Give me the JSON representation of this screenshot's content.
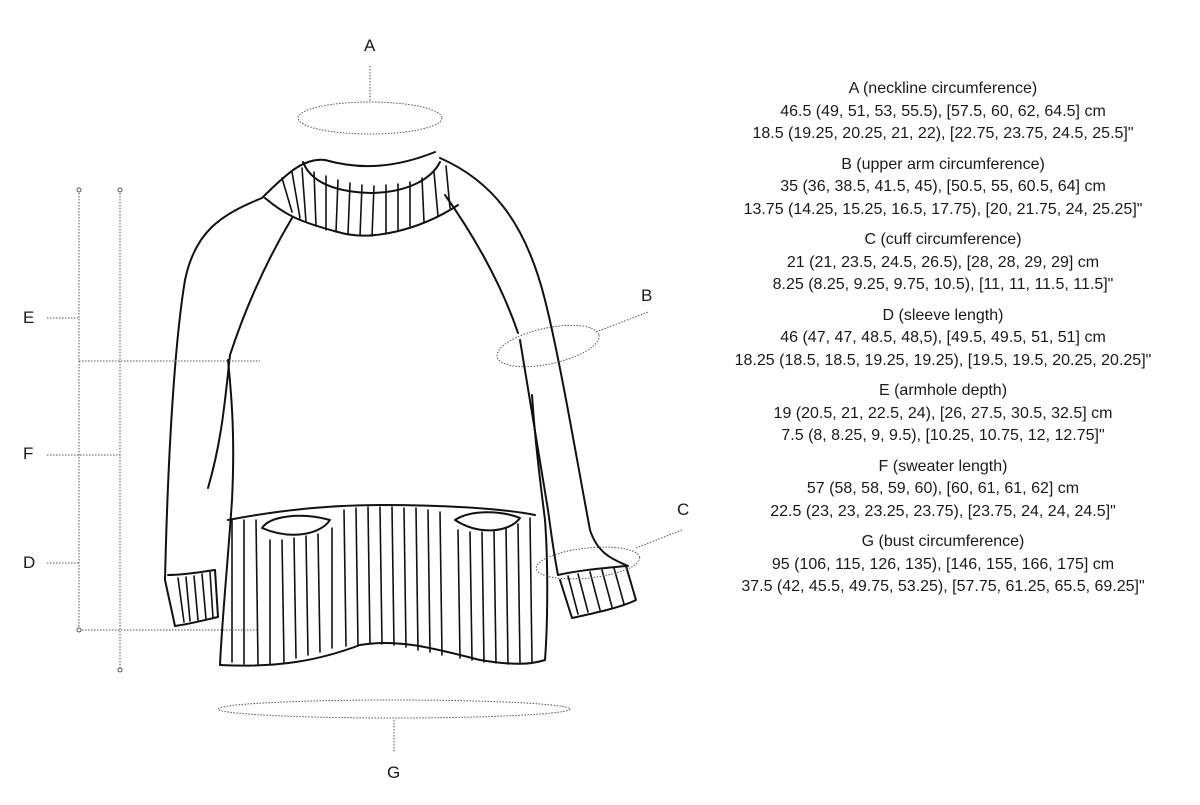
{
  "diagram": {
    "labels": {
      "A": "A",
      "B": "B",
      "C": "C",
      "D": "D",
      "E": "E",
      "F": "F",
      "G": "G"
    },
    "colors": {
      "stroke": "#111111",
      "guide": "#555555"
    }
  },
  "measurements": [
    {
      "heading": "A (neckline circumference)",
      "cm": "46.5 (49, 51, 53, 55.5), [57.5, 60, 62, 64.5] cm",
      "in": "18.5 (19.25, 20.25, 21, 22), [22.75, 23.75, 24.5, 25.5]\""
    },
    {
      "heading": "B (upper arm circumference)",
      "cm": "35 (36, 38.5, 41.5, 45), [50.5, 55, 60.5, 64] cm",
      "in": "13.75 (14.25, 15.25, 16.5, 17.75), [20, 21.75, 24, 25.25]\""
    },
    {
      "heading": "C (cuff circumference)",
      "cm": "21 (21, 23.5, 24.5, 26.5), [28, 28, 29, 29] cm",
      "in": "8.25 (8.25, 9.25, 9.75, 10.5), [11, 11, 11.5, 11.5]\""
    },
    {
      "heading": "D (sleeve length)",
      "cm": "46 (47, 47, 48.5, 48,5), [49.5, 49.5, 51, 51] cm",
      "in": "18.25 (18.5, 18.5, 19.25, 19.25), [19.5, 19.5, 20.25, 20.25]\""
    },
    {
      "heading": "E (armhole depth)",
      "cm": "19 (20.5, 21, 22.5, 24), [26, 27.5, 30.5, 32.5] cm",
      "in": "7.5 (8, 8.25, 9, 9.5), [10.25, 10.75, 12, 12.75]\""
    },
    {
      "heading": "F (sweater length)",
      "cm": "57 (58, 58, 59, 60), [60, 61, 61, 62] cm",
      "in": "22.5 (23, 23, 23.25, 23.75), [23.75, 24, 24, 24.5]\""
    },
    {
      "heading": "G (bust circumference)",
      "cm": "95 (106, 115, 126, 135), [146, 155, 166, 175] cm",
      "in": "37.5 (42, 45.5, 49.75, 53.25), [57.75, 61.25, 65.5, 69.25]\""
    }
  ]
}
